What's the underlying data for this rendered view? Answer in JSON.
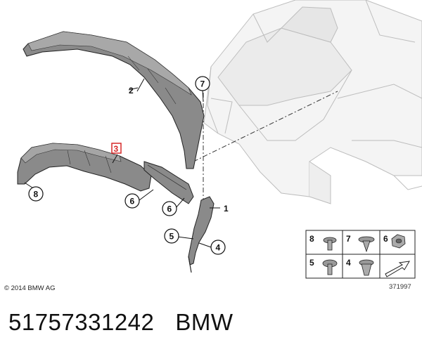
{
  "callouts": {
    "c1": "1",
    "c2": "2",
    "c3": "3",
    "c4": "4",
    "c5": "5",
    "c6a": "6",
    "c6b": "6",
    "c7": "7",
    "c8": "8"
  },
  "legend": {
    "cells": [
      "8",
      "7",
      "6",
      "5",
      "4"
    ]
  },
  "copyright": "© 2014 BMW AG",
  "drawing_number": "371997",
  "part_number": "51757331242",
  "brand": "BMW",
  "colors": {
    "highlight": "#d62828",
    "line": "#222222",
    "ghost": "#b9b9b9",
    "part_fill": "#8a8a8a"
  }
}
